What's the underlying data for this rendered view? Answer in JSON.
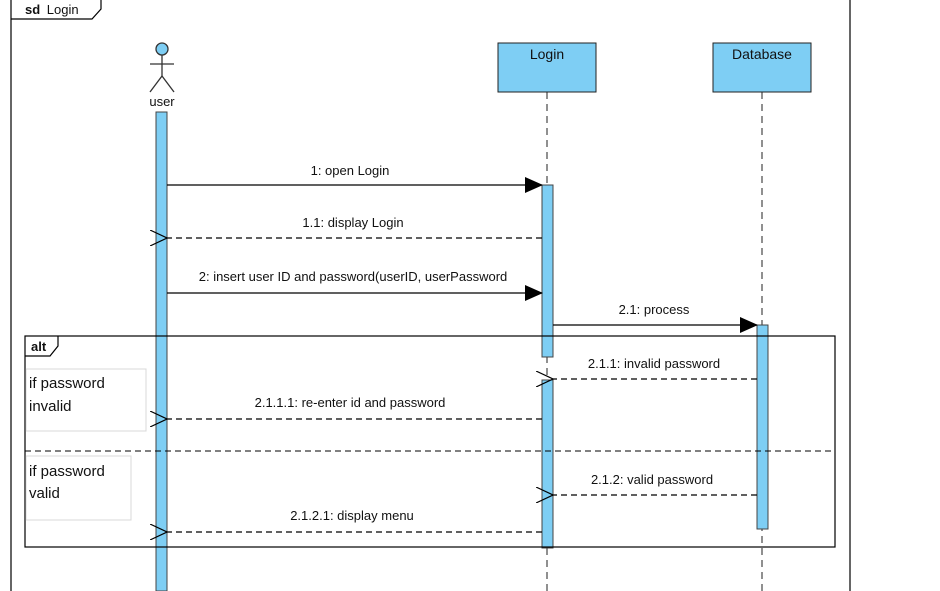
{
  "frame": {
    "keyword": "sd",
    "name": "Login"
  },
  "actor": {
    "label": "user"
  },
  "lifelines": [
    {
      "id": "login",
      "label": "Login"
    },
    {
      "id": "database",
      "label": "Database"
    }
  ],
  "messages": [
    {
      "id": "m1",
      "label": "1: open Login",
      "kind": "sync"
    },
    {
      "id": "m11",
      "label": "1.1: display Login",
      "kind": "return"
    },
    {
      "id": "m2",
      "label": "2: insert user ID and password(userID, userPassword",
      "kind": "sync"
    },
    {
      "id": "m21",
      "label": "2.1: process",
      "kind": "sync"
    },
    {
      "id": "m211",
      "label": "2.1.1: invalid password",
      "kind": "return"
    },
    {
      "id": "m2111",
      "label": "2.1.1.1: re-enter id and password",
      "kind": "return"
    },
    {
      "id": "m212",
      "label": "2.1.2: valid password",
      "kind": "return"
    },
    {
      "id": "m2121",
      "label": "2.1.2.1: display menu",
      "kind": "return"
    }
  ],
  "alt": {
    "keyword": "alt",
    "operands": [
      {
        "guard_line1": "if password",
        "guard_line2": "invalid"
      },
      {
        "guard_line1": "if password",
        "guard_line2": "valid"
      }
    ]
  },
  "colors": {
    "lifeline_fill": "#7ecef4",
    "line": "#000000",
    "guard_border": "#d8d8d8"
  }
}
